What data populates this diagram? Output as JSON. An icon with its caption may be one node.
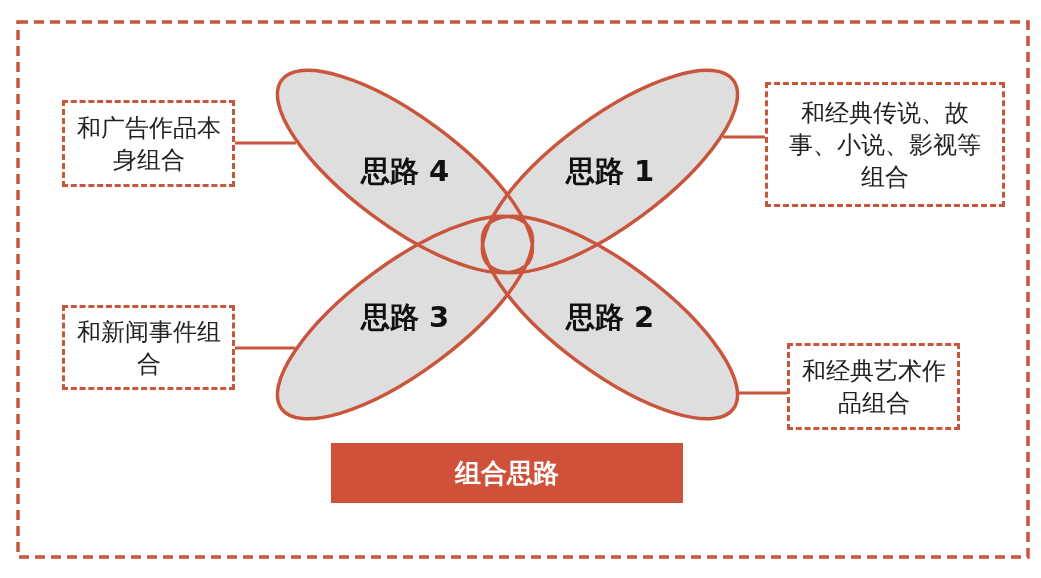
{
  "diagram": {
    "nodes": [
      {
        "text": [
          "和广告作品本身组合"
        ]
      },
      {
        "text": [
          "思路 4"
        ]
      },
      {
        "text": [
          "思路 1"
        ]
      },
      {
        "text": [
          "和经典传说、故事、小说、影视等组合"
        ]
      },
      {
        "text": [
          "和新闻事件组合"
        ]
      },
      {
        "text": [
          "思路 3"
        ]
      },
      {
        "text": [
          "思路 2"
        ]
      },
      {
        "text": [
          "和经典艺术作品组合"
        ]
      },
      {
        "text": [
          "组合思路"
        ]
      }
    ],
    "edges": [
      {
        "from": 0,
        "to": 1,
        "arrow": "none"
      },
      {
        "from": 2,
        "to": 3,
        "arrow": "none"
      },
      {
        "from": 4,
        "to": 5,
        "arrow": "none"
      },
      {
        "from": 6,
        "to": 7,
        "arrow": "none"
      }
    ]
  }
}
